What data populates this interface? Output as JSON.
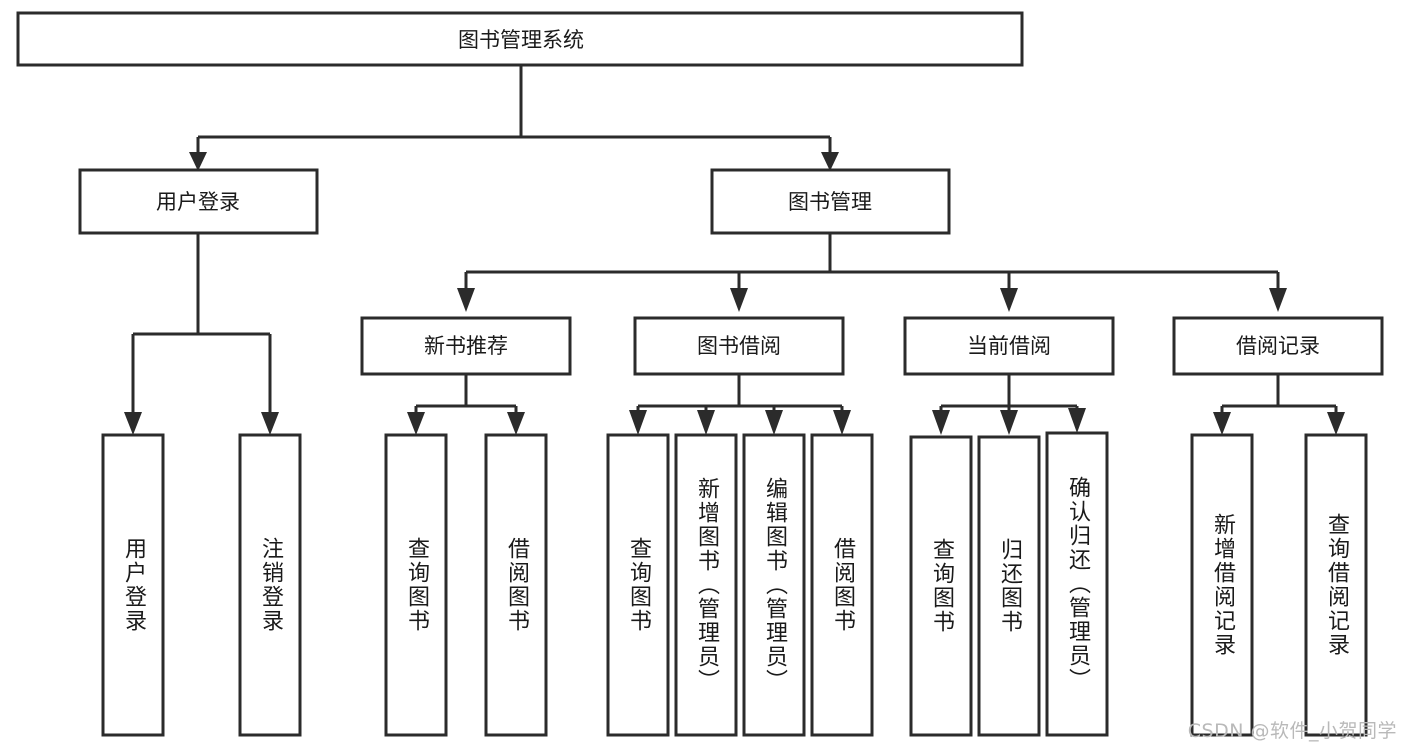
{
  "diagram": {
    "type": "tree-hierarchy-chart",
    "title": "图书管理系统",
    "watermark": "CSDN @软件_小贺同学",
    "colors": {
      "stroke": "#2b2b2b",
      "box_fill": "#ffffff",
      "background": "#ffffff",
      "text": "#1a1a1a",
      "watermark": "#b9b9b9"
    },
    "levels": {
      "root": {
        "label": "图书管理系统"
      },
      "level2": [
        {
          "label": "用户登录"
        },
        {
          "label": "图书管理"
        }
      ],
      "level3": [
        {
          "label": "新书推荐"
        },
        {
          "label": "图书借阅"
        },
        {
          "label": "当前借阅"
        },
        {
          "label": "借阅记录"
        }
      ],
      "leaves": {
        "user_login": [
          {
            "label": "用户登录"
          },
          {
            "label": "注销登录"
          }
        ],
        "new_book_recommend": [
          {
            "label": "查询图书"
          },
          {
            "label": "借阅图书"
          }
        ],
        "book_borrow": [
          {
            "label": "查询图书"
          },
          {
            "label": "新增图书（管理员）"
          },
          {
            "label": "编辑图书（管理员）"
          },
          {
            "label": "借阅图书"
          }
        ],
        "current_borrow": [
          {
            "label": "查询图书"
          },
          {
            "label": "归还图书"
          },
          {
            "label": "确认归还（管理员）"
          }
        ],
        "borrow_records": [
          {
            "label": "新增借阅记录"
          },
          {
            "label": "查询借阅记录"
          }
        ]
      }
    }
  }
}
